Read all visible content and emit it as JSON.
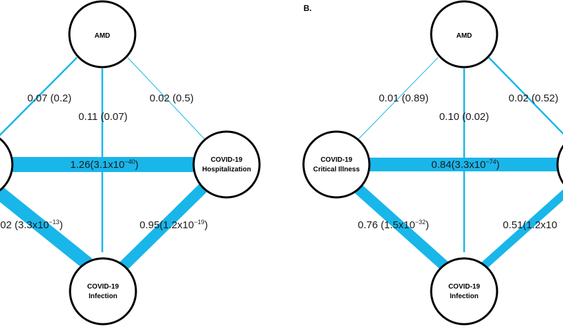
{
  "colors": {
    "edge": "#19b6ea",
    "node_stroke": "#000000",
    "node_fill": "#ffffff"
  },
  "panel_b_label": "B.",
  "left_diagram": {
    "nodes": {
      "amd": {
        "line1": "AMD",
        "line2": ""
      },
      "right": {
        "line1": "COVID-19",
        "line2": "Hospitalization"
      },
      "bottom": {
        "line1": "COVID-19",
        "line2": "Infection"
      }
    },
    "edges": {
      "left_top": {
        "main": "0.07 (0.2)",
        "sup": ""
      },
      "vertical": {
        "main": "0.11 (0.07)",
        "sup": ""
      },
      "right_top": {
        "main": "0.02 (0.5)",
        "sup": ""
      },
      "horizontal": {
        "pre": "1.26(3.1x10",
        "sup": "−40",
        "post": ")"
      },
      "left_bottom": {
        "pre": "02 (3.3x10",
        "sup": "−13",
        "post": ")"
      },
      "right_bottom": {
        "pre": "0.95(1.2x10",
        "sup": "−19",
        "post": ")"
      }
    }
  },
  "right_diagram": {
    "nodes": {
      "amd": {
        "line1": "AMD",
        "line2": ""
      },
      "left": {
        "line1": "COVID-19",
        "line2": "Critical Illness"
      },
      "bottom": {
        "line1": "COVID-19",
        "line2": "Infection"
      }
    },
    "edges": {
      "left_top": {
        "main": "0.01 (0.89)",
        "sup": ""
      },
      "vertical": {
        "main": "0.10 (0.02)",
        "sup": ""
      },
      "right_top": {
        "main": "0.02 (0.52)",
        "sup": ""
      },
      "horizontal": {
        "pre": "0.84(3.3x10",
        "sup": "−74",
        "post": ")"
      },
      "left_bottom": {
        "pre": "0.76 (1.5x10",
        "sup": "−32",
        "post": ")"
      },
      "right_bottom": {
        "pre": "0.51(1.2x10",
        "sup": "",
        "post": ""
      }
    }
  }
}
